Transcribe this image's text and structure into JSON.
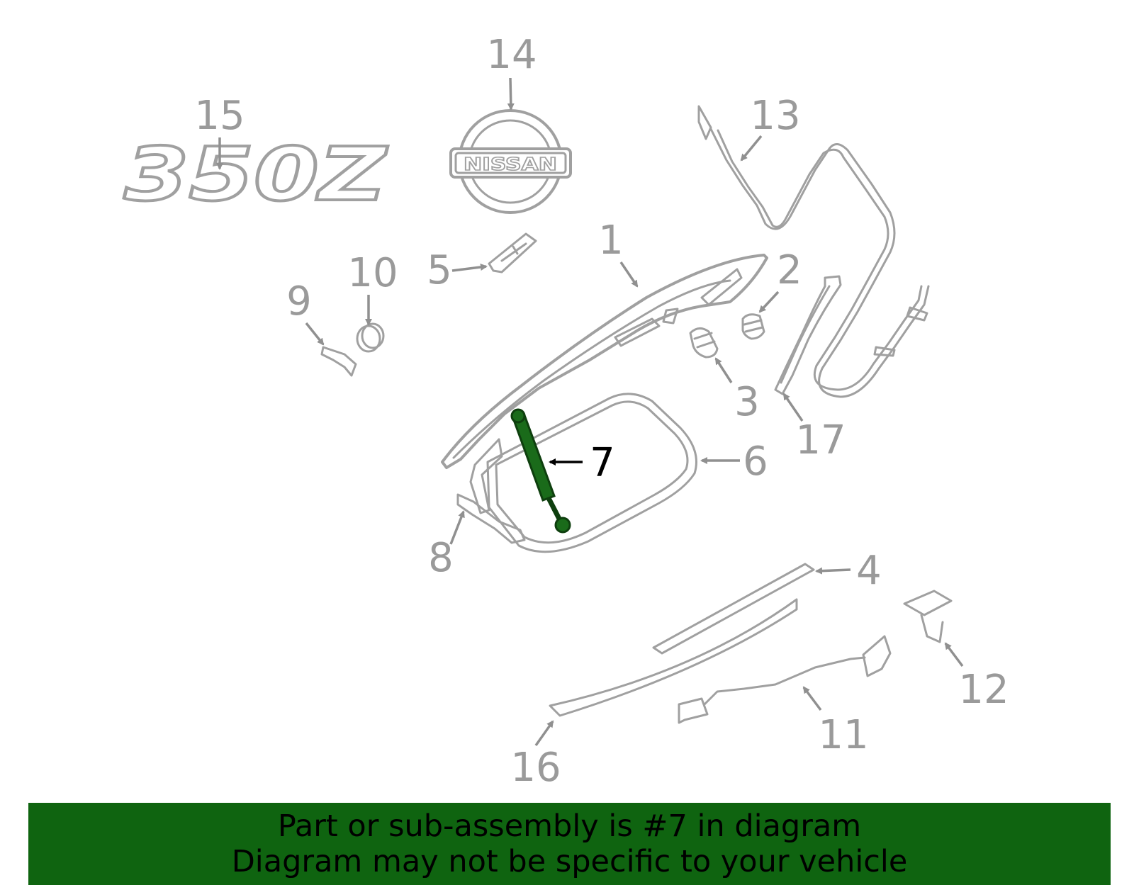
{
  "callouts": [
    {
      "id": "1",
      "label": "1"
    },
    {
      "id": "2",
      "label": "2"
    },
    {
      "id": "3",
      "label": "3"
    },
    {
      "id": "4",
      "label": "4"
    },
    {
      "id": "5",
      "label": "5"
    },
    {
      "id": "6",
      "label": "6"
    },
    {
      "id": "7",
      "label": "7"
    },
    {
      "id": "8",
      "label": "8"
    },
    {
      "id": "9",
      "label": "9"
    },
    {
      "id": "10",
      "label": "10"
    },
    {
      "id": "11",
      "label": "11"
    },
    {
      "id": "12",
      "label": "12"
    },
    {
      "id": "13",
      "label": "13"
    },
    {
      "id": "14",
      "label": "14"
    },
    {
      "id": "15",
      "label": "15"
    },
    {
      "id": "16",
      "label": "16"
    },
    {
      "id": "17",
      "label": "17"
    }
  ],
  "highlighted_part": "7",
  "emblem_text": "NISSAN",
  "badge_text": "350Z",
  "banner": {
    "line1": "Part or sub-assembly is #7 in diagram",
    "line2": "Diagram may not be specific to your vehicle"
  },
  "colors": {
    "highlight": "#1a6b1a",
    "banner": "#0f6410",
    "part_outline": "#a0a0a0"
  }
}
